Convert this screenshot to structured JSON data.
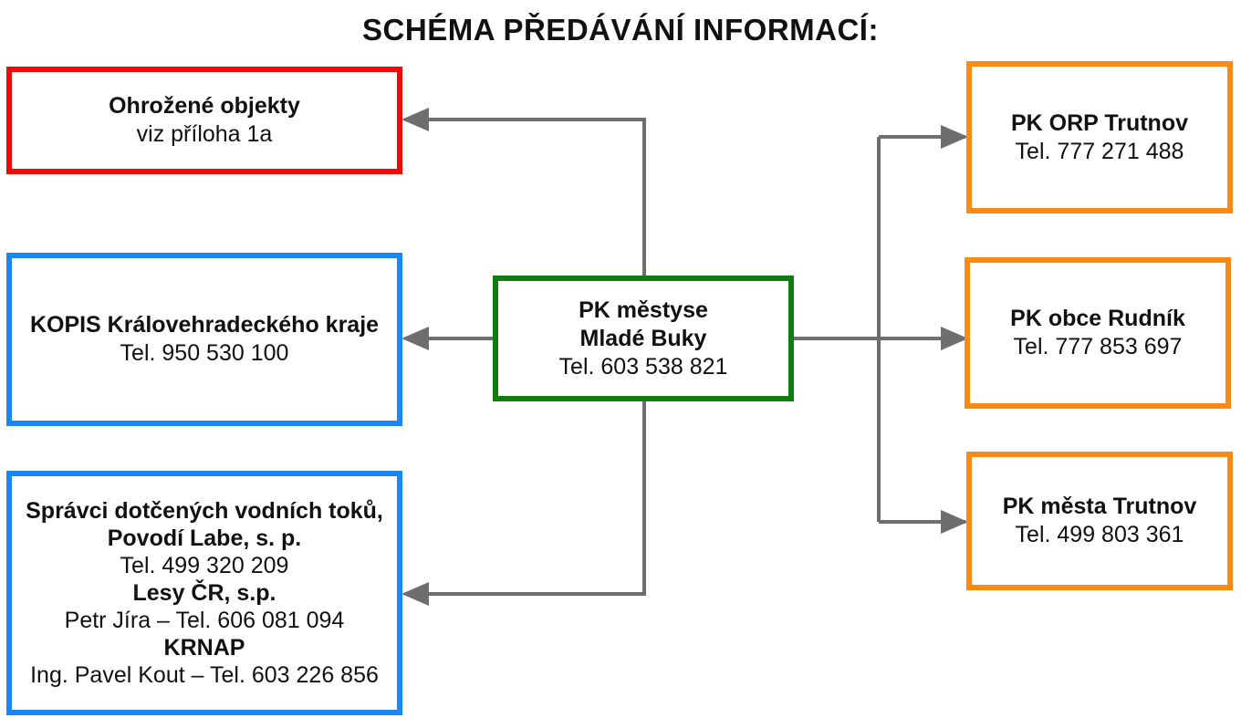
{
  "title": "SCHÉMA PŘEDÁVÁNÍ INFORMACÍ:",
  "colors": {
    "red": "#ef0a0a",
    "blue": "#1b86f6",
    "green": "#117d11",
    "orange": "#fb8a14",
    "arrow": "#6e6e6e"
  },
  "center": {
    "line1": "PK městyse",
    "line2": "Mladé Buky",
    "phone": "Tel. 603 538 821"
  },
  "left": {
    "threatened": {
      "name": "Ohrožené objekty",
      "note": "viz příloha 1a"
    },
    "kopis": {
      "name": "KOPIS Královehradeckého kraje",
      "phone": "Tel. 950 530 100"
    },
    "water": {
      "heading": "Správci dotčených vodních toků,",
      "org1": "Povodí Labe, s. p.",
      "org1_phone": "Tel. 499 320 209",
      "org2": "Lesy ČR, s.p.",
      "org2_contact": "Petr Jíra – Tel. 606 081 094",
      "org3": "KRNAP",
      "org3_contact": "Ing. Pavel Kout – Tel. 603 226 856"
    }
  },
  "right": {
    "orp": {
      "name": "PK ORP Trutnov",
      "phone": "Tel. 777 271 488"
    },
    "rudnik": {
      "name": "PK obce Rudník",
      "phone": "Tel. 777 853 697"
    },
    "trutnov": {
      "name": "PK města Trutnov",
      "phone": "Tel. 499 803 361"
    }
  }
}
